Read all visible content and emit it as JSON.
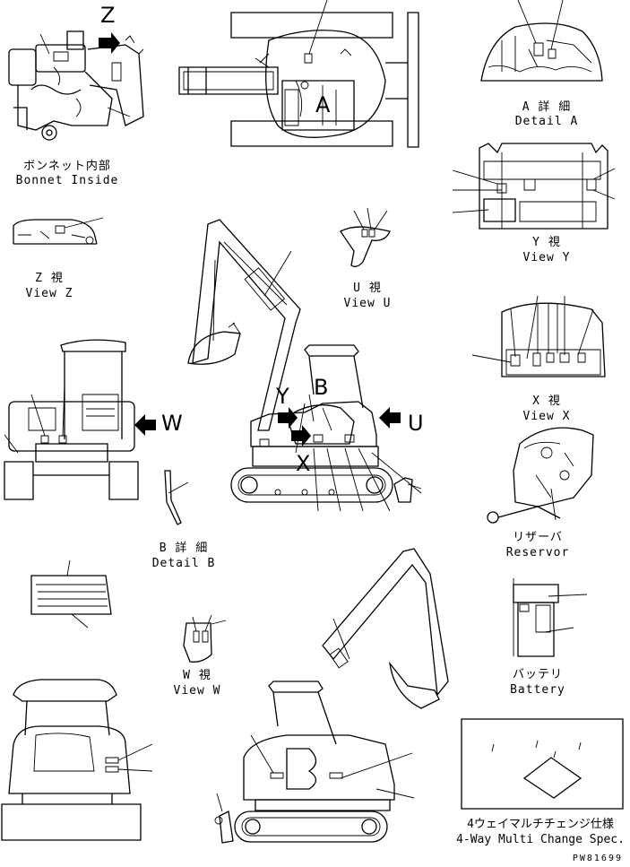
{
  "labels": {
    "bonnet_jp": "ボンネット内部",
    "bonnet_en": "Bonnet Inside",
    "viewz_jp": "Z 視",
    "viewz_en": "View Z",
    "viewu_jp": "U 視",
    "viewu_en": "View U",
    "detaila_jp": "A 詳 細",
    "detaila_en": "Detail A",
    "viewy_jp": "Y 視",
    "viewy_en": "View Y",
    "viewx_jp": "X 視",
    "viewx_en": "View X",
    "reservor_jp": "リザーバ",
    "reservor_en": "Reservor",
    "detailb_jp": "B 詳 細",
    "detailb_en": "Detail B",
    "vieww_jp": "W 視",
    "vieww_en": "View W",
    "battery_jp": "バッテリ",
    "battery_en": "Battery",
    "multi_jp": "4ウェイマルチチェンジ仕様",
    "multi_en": "4-Way Multi Change Spec."
  },
  "letters": {
    "z": "Z",
    "w": "W",
    "u": "U",
    "y": "Y",
    "b": "B",
    "x": "X",
    "a": "A"
  },
  "doc_number": "PW81699"
}
